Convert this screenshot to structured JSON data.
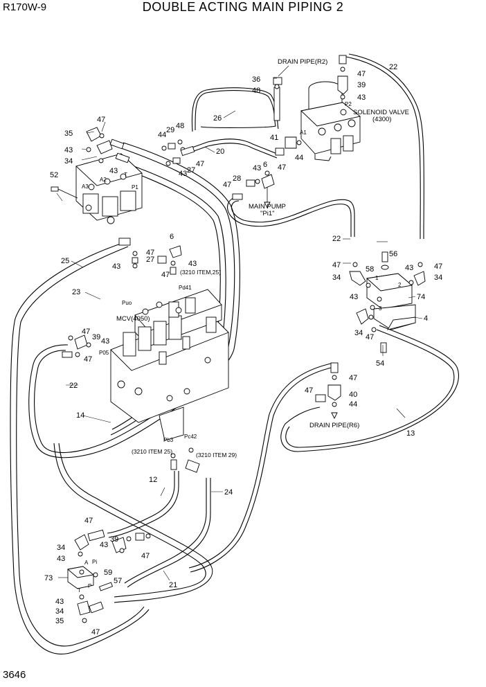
{
  "header": {
    "model": "R170W-9",
    "title": "DOUBLE ACTING MAIN PIPING 2"
  },
  "footer": {
    "page_number": "3646"
  },
  "components": {
    "drain_r2": "DRAIN PIPE(R2)",
    "solenoid_valve": "SOLENOID VALVE",
    "solenoid_code": "(4300)",
    "main_pump": "MAIN PUMP",
    "main_pump_port": "\"Pi1\"",
    "mcv": "MCV(4050)",
    "drain_r6": "DRAIN PIPE(R6)",
    "ref_3210_25a": "(3210 ITEM,25)",
    "ref_3210_25b": "(3210 ITEM 25)",
    "ref_3210_29": "(3210 ITEM 29)"
  },
  "ports": {
    "a1": "A1",
    "p2": "P2",
    "a3": "A3",
    "a2": "A2",
    "t": "T",
    "p1": "P1",
    "puo": "Puo",
    "pd41": "Pd41",
    "p05": "P05",
    "pb3": "Pb3",
    "pc42": "Pc42",
    "v1": "1",
    "v2": "2",
    "v3": "3",
    "pi": "Pi",
    "a": "A",
    "t2": "T",
    "p": "P"
  },
  "callouts": {
    "c47a": "47",
    "c35a": "35",
    "c43a": "43",
    "c34a": "34",
    "c43b": "43",
    "c44a": "44",
    "c29": "29",
    "c48a": "48",
    "c43c": "43",
    "c27a": "27",
    "c47b": "47",
    "c52": "52",
    "c36": "36",
    "c48b": "48",
    "c26": "26",
    "c20": "20",
    "c41": "41",
    "c47c": "47",
    "c44b": "44",
    "c47d": "47",
    "c39a": "39",
    "c43d": "43",
    "c22a": "22",
    "c43e": "43",
    "c6a": "6",
    "c47e": "47",
    "c28": "28",
    "c22b": "22",
    "c56": "56",
    "c58": "58",
    "c47f": "47",
    "c34b": "34",
    "c43f": "43",
    "c47g": "47",
    "c34c": "34",
    "c43g": "43",
    "c74": "74",
    "c4": "4",
    "c34d": "34",
    "c47h": "47",
    "c54": "54",
    "c6b": "6",
    "c47i": "47",
    "c27b": "27",
    "c43h": "43",
    "c43i": "43",
    "c47j": "47",
    "c25": "25",
    "c23": "23",
    "c47k": "47",
    "c39b": "39",
    "c43j": "43",
    "c47l": "47",
    "c22c": "22",
    "c14": "14",
    "c47m": "47",
    "c47n": "47",
    "c40": "40",
    "c44c": "44",
    "c13": "13",
    "c12": "12",
    "c24": "24",
    "c47o": "47",
    "c43k": "43",
    "c39c": "39",
    "c34e": "34",
    "c43l": "43",
    "c47p": "47",
    "c73": "73",
    "c59": "59",
    "c57": "57",
    "c43m": "43",
    "c34f": "34",
    "c35b": "35",
    "c47q": "47",
    "c21": "21"
  }
}
